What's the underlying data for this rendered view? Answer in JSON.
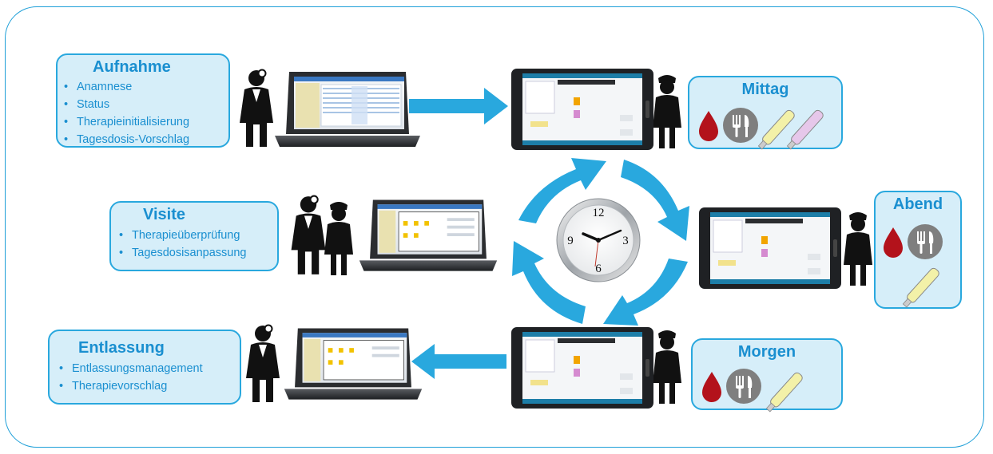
{
  "colors": {
    "accent": "#1a8fd0",
    "box_fill": "#d6eef9",
    "arrow": "#29a8de",
    "blood": "#b3121b",
    "plate": "#7f7f7f"
  },
  "stages": {
    "aufnahme": {
      "title": "Aufnahme",
      "items": [
        "Anamnese",
        "Status",
        "Therapieinitialisierung",
        "Tagesdosis-Vorschlag"
      ]
    },
    "visite": {
      "title": "Visite",
      "items": [
        "Therapieüberprüfung",
        "Tagesdosisanpassung"
      ]
    },
    "entlassung": {
      "title": "Entlassung",
      "items": [
        "Entlassungsmanagement",
        "Therapievorschlag"
      ]
    }
  },
  "meals": {
    "mittag": {
      "title": "Mittag",
      "icons": [
        "blood-drop-icon",
        "plate-cutlery-icon",
        "insulin-pen-yellow-icon",
        "insulin-pen-purple-icon"
      ]
    },
    "abend": {
      "title": "Abend",
      "icons": [
        "blood-drop-icon",
        "plate-cutlery-icon",
        "insulin-pen-yellow-icon"
      ]
    },
    "morgen": {
      "title": "Morgen",
      "icons": [
        "blood-drop-icon",
        "plate-cutlery-icon",
        "insulin-pen-yellow-icon"
      ]
    }
  },
  "clock": {
    "numerals": [
      "12",
      "3",
      "6",
      "9"
    ]
  }
}
